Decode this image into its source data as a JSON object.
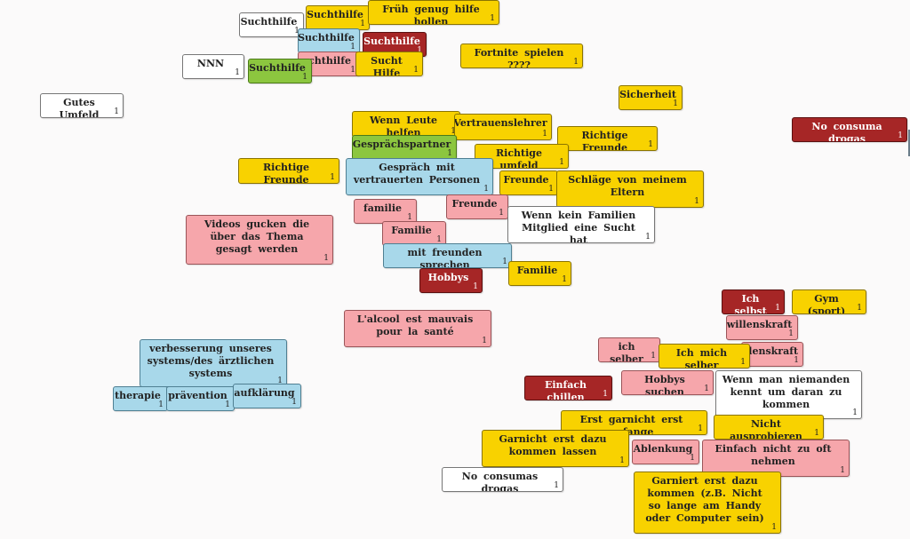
{
  "colors": {
    "yellow": "#f8d200",
    "white": "#ffffff",
    "blue": "#a8d8ea",
    "red": "#a62626",
    "green": "#8cc63f",
    "pink": "#f6a6ab"
  },
  "notes": [
    {
      "text": "Suchthilfe",
      "color": "white",
      "count": "1"
    },
    {
      "text": "Suchthilfe",
      "color": "yellow",
      "count": "1"
    },
    {
      "text": "Früh genug hilfe hollen",
      "color": "yellow",
      "count": "1"
    },
    {
      "text": "Suchthilfe",
      "color": "blue",
      "count": "1"
    },
    {
      "text": "Suchthilfe",
      "color": "red",
      "count": "1"
    },
    {
      "text": "NNN",
      "color": "white",
      "count": "1"
    },
    {
      "text": "uchthilfe",
      "color": "pink",
      "count": "1"
    },
    {
      "text": "Suchthilfe",
      "color": "green",
      "count": "1"
    },
    {
      "text": "Sucht Hilfe",
      "color": "yellow",
      "count": "1"
    },
    {
      "text": "Fortnite spielen ????",
      "color": "yellow",
      "count": "1"
    },
    {
      "text": "Gutes Umfeld",
      "color": "white",
      "count": "1"
    },
    {
      "text": "Sicherheit",
      "color": "yellow",
      "count": "1"
    },
    {
      "text": "No consuma drogas",
      "color": "red",
      "count": "1"
    },
    {
      "text": "Wenn Leute helfen",
      "color": "yellow",
      "count": "1"
    },
    {
      "text": "Vertrauenslehrer",
      "color": "yellow",
      "count": "1"
    },
    {
      "text": "Richtige Freunde",
      "color": "yellow",
      "count": "1"
    },
    {
      "text": "Gesprächspartner",
      "color": "green",
      "count": "1"
    },
    {
      "text": "Richtige umfeld",
      "color": "yellow",
      "count": "1"
    },
    {
      "text": "Richtige Freunde",
      "color": "yellow",
      "count": "1"
    },
    {
      "text": "Gespräch mit vertrauerten Personen",
      "color": "blue",
      "count": "1"
    },
    {
      "text": "Freunde",
      "color": "yellow",
      "count": "1"
    },
    {
      "text": "Schläge von meinem Eltern",
      "color": "yellow",
      "count": "1"
    },
    {
      "text": "familie",
      "color": "pink",
      "count": "1"
    },
    {
      "text": "Freunde",
      "color": "pink",
      "count": "1"
    },
    {
      "text": "Wenn kein Familien Mitglied eine Sucht hat",
      "color": "white",
      "count": "1"
    },
    {
      "text": "Videos gucken die über das Thema gesagt werden",
      "color": "pink",
      "count": "1"
    },
    {
      "text": "Familie",
      "color": "pink",
      "count": "1"
    },
    {
      "text": "mit freunden sprechen",
      "color": "blue",
      "count": "1"
    },
    {
      "text": "Familie",
      "color": "yellow",
      "count": "1"
    },
    {
      "text": "Hobbys",
      "color": "red",
      "count": "1"
    },
    {
      "text": "Ich selbst",
      "color": "red",
      "count": "1"
    },
    {
      "text": "Gym (sport)",
      "color": "yellow",
      "count": "1"
    },
    {
      "text": "L'alcool est mauvais pour la santé",
      "color": "pink",
      "count": "1"
    },
    {
      "text": "willenskraft",
      "color": "pink",
      "count": "1"
    },
    {
      "text": "ich selber",
      "color": "pink",
      "count": "1"
    },
    {
      "text": "illenskraft",
      "color": "pink",
      "count": "1"
    },
    {
      "text": "Ich mich selber",
      "color": "yellow",
      "count": "1"
    },
    {
      "text": "verbesserung unseres systems/des ärztlichen systems",
      "color": "blue",
      "count": "1"
    },
    {
      "text": "Hobbys suchen",
      "color": "pink",
      "count": "1"
    },
    {
      "text": "Wenn man niemanden kennt um daran zu kommen",
      "color": "white",
      "count": "1"
    },
    {
      "text": "therapie",
      "color": "blue",
      "count": "1"
    },
    {
      "text": "prävention",
      "color": "blue",
      "count": "1"
    },
    {
      "text": "aufklärung",
      "color": "blue",
      "count": "1"
    },
    {
      "text": "Einfach chillen",
      "color": "red",
      "count": "1"
    },
    {
      "text": "Erst garnicht erst anfange",
      "color": "yellow",
      "count": "1"
    },
    {
      "text": "Nicht ausprobieren",
      "color": "yellow",
      "count": "1"
    },
    {
      "text": "Garnicht erst dazu kommen lassen",
      "color": "yellow",
      "count": "1"
    },
    {
      "text": "Ablenkung",
      "color": "pink",
      "count": "1"
    },
    {
      "text": "Einfach nicht zu oft nehmen",
      "color": "pink",
      "count": "1"
    },
    {
      "text": "No consumas drogas",
      "color": "white",
      "count": "1"
    },
    {
      "text": "Garniert erst dazu kommen (z.B. Nicht so lange am Handy oder Computer sein)",
      "color": "yellow",
      "count": "1"
    }
  ]
}
